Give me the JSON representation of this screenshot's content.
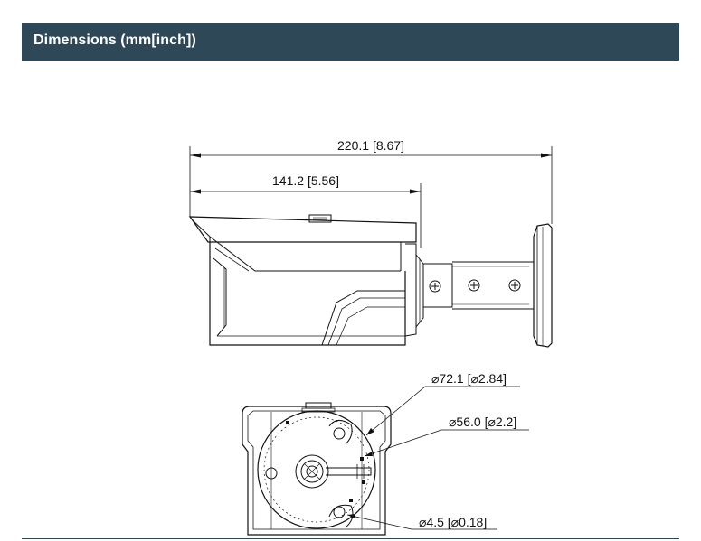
{
  "header": {
    "title": "Dimensions (mm[inch])"
  },
  "side_view": {
    "overall_length": "220.1  [8.67]",
    "body_length": "141.2  [5.56]"
  },
  "front_view": {
    "outer_diameter": "⌀72.1  [⌀2.84]",
    "mount_diameter": "⌀56.0  [⌀2.2]",
    "hole_diameter": "⌀4.5  [⌀0.18]"
  },
  "colors": {
    "header_background": "#2f4858",
    "header_text": "#ffffff",
    "line_color": "#111111"
  }
}
